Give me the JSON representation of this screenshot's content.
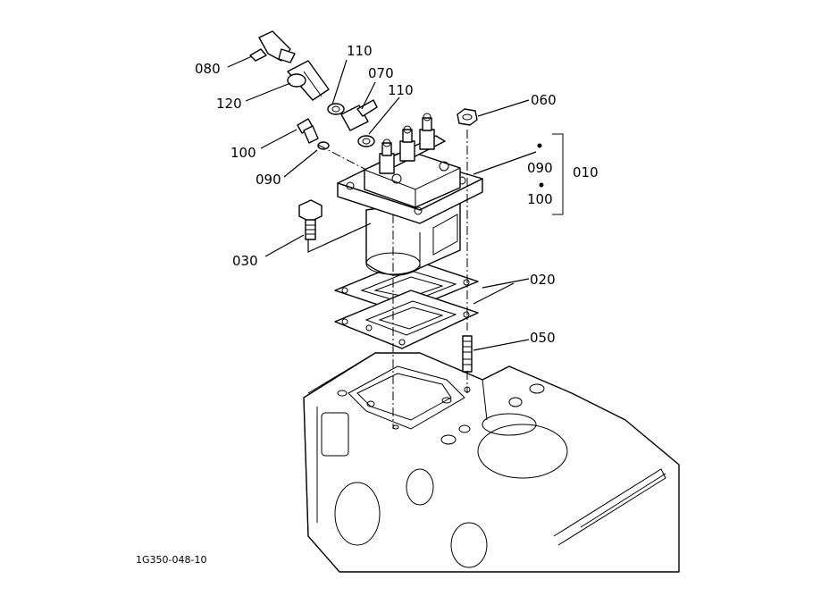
{
  "figure_code": "1G350-048-10",
  "callouts": {
    "c080": "080",
    "c110_top": "110",
    "c070": "070",
    "c110_mid": "110",
    "c120": "120",
    "c100_left": "100",
    "c090_left": "090",
    "c060": "060",
    "c090_right": "090",
    "c010": "010",
    "c100_right": "100",
    "c030": "030",
    "c020": "020",
    "c050": "050"
  }
}
